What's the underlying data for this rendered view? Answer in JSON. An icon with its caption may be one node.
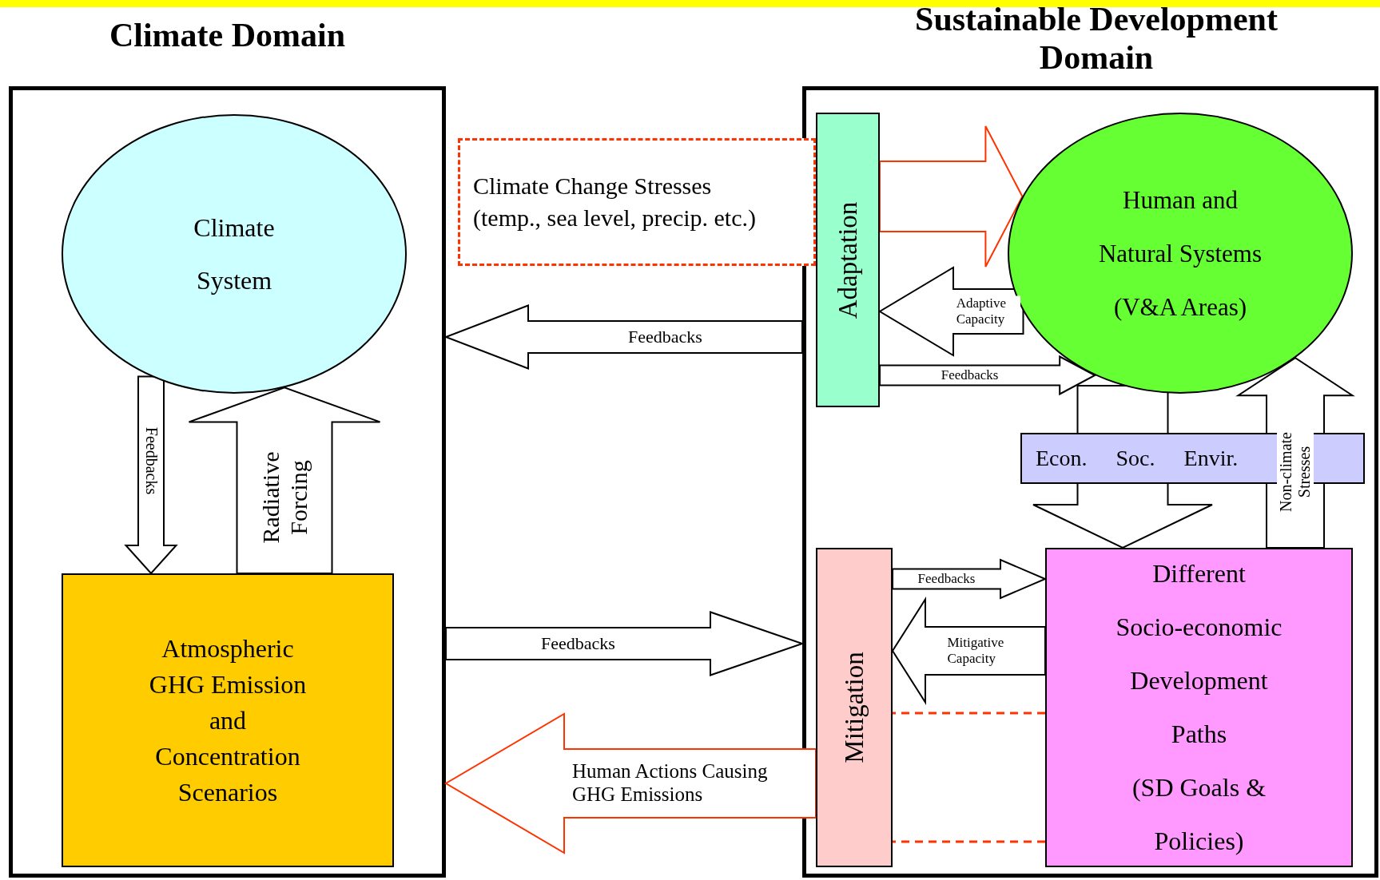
{
  "diagram": {
    "nodes": [
      {
        "text": [
          "Climate Domain"
        ]
      },
      {
        "text": [
          "Climate System"
        ],
        "in": 0
      },
      {
        "text": [
          "Atmospheric GHG Emission and Concentration Scenarios"
        ],
        "in": 0
      },
      {
        "text": [
          "Sustainable Development Domain"
        ]
      },
      {
        "text": [
          "Adaptation"
        ],
        "in": 3
      },
      {
        "text": [
          "Human and Natural Systems",
          "(V&A Areas)"
        ],
        "in": 3
      },
      {
        "text": [
          "Econ.",
          "Soc.",
          "Envir."
        ],
        "in": 3
      },
      {
        "text": [
          "Mitigation"
        ],
        "in": 3
      },
      {
        "text": [
          "Different Socio-economic Development Paths",
          "(SD Goals & Policies)"
        ],
        "in": 3
      },
      {
        "text": [
          "Climate Change Stresses",
          "(temp., sea level, precip. etc.)"
        ]
      }
    ],
    "edges": [
      {
        "from": 1,
        "to": 2,
        "arrow": "to",
        "label": "Feedbacks"
      },
      {
        "from": 2,
        "to": 1,
        "arrow": "to",
        "label": "Radiative Forcing"
      },
      {
        "from": 3,
        "to": 0,
        "arrow": "to",
        "label": "Feedbacks"
      },
      {
        "from": 0,
        "to": 3,
        "arrow": "to",
        "label": "Feedbacks"
      },
      {
        "from": 7,
        "to": 0,
        "arrow": "to",
        "label": "Human Actions Causing GHG Emissions",
        "color": "#ff3300"
      },
      {
        "from": 4,
        "to": 5,
        "arrow": "to",
        "color": "#ff3300"
      },
      {
        "from": 5,
        "to": 4,
        "arrow": "to",
        "label": "Adaptive Capacity"
      },
      {
        "from": 4,
        "to": 5,
        "arrow": "to",
        "label": "Feedbacks"
      },
      {
        "from": 5,
        "to": 8,
        "arrow": "to"
      },
      {
        "from": 8,
        "to": 5,
        "arrow": "to",
        "label": "Non-climate Stresses"
      },
      {
        "from": 7,
        "to": 8,
        "arrow": "to",
        "label": "Feedbacks"
      },
      {
        "from": 8,
        "to": 7,
        "arrow": "to",
        "label": "Mitigative Capacity"
      },
      {
        "from": 8,
        "to": 7,
        "arrow": "none",
        "style": "dashed",
        "color": "#ff3300"
      },
      {
        "from": 8,
        "to": 7,
        "arrow": "none",
        "style": "dashed",
        "color": "#ff3300"
      }
    ]
  }
}
